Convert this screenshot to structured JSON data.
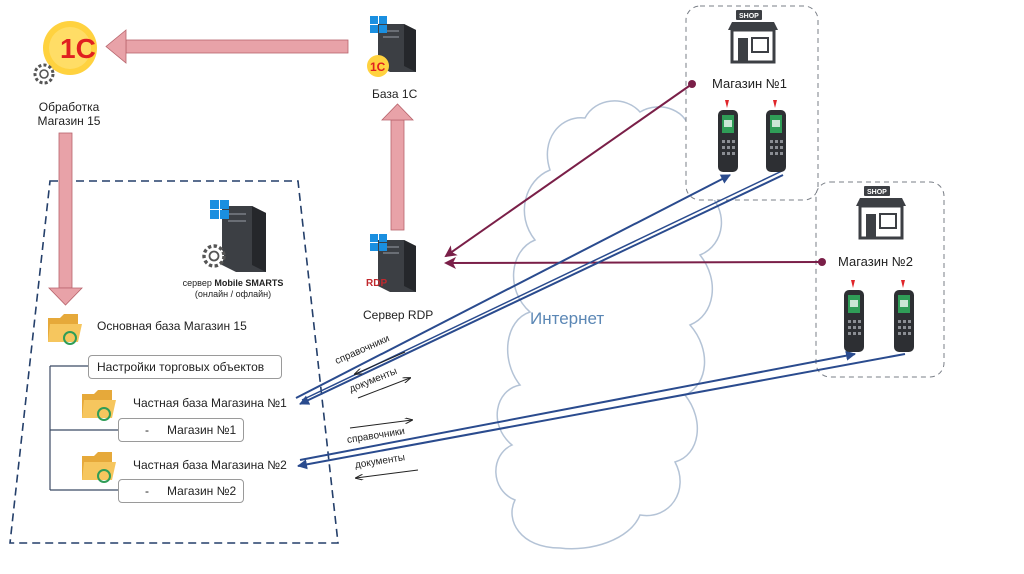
{
  "nodes": {
    "processing": {
      "line1": "Обработка",
      "line2": "Магазин 15"
    },
    "base_1c": "База 1С",
    "server_rdp": "Сервер RDP",
    "rdp_badge": "RDP",
    "shop_sign": "SHOP",
    "mobile_server": {
      "line1_prefix": "сервер",
      "line1_bold": "Mobile SMARTS",
      "line2": "(онлайн / офлайн)"
    },
    "main_base": "Основная база Магазин 15",
    "settings": "Настройки торговых объектов",
    "private_base_1": "Частная база Магазина №1",
    "store_item_1": "Магазин №1",
    "private_base_2": "Частная база Магазина №2",
    "store_item_2": "Магазин №2",
    "shop1": "Магазин №1",
    "shop2": "Магазин №2",
    "internet": "Интернет",
    "dash": "-"
  },
  "flows": {
    "refs_1": "справочники",
    "docs_1": "документы",
    "refs_2": "справочники",
    "docs_2": "документы"
  },
  "colors": {
    "pink_arrow": "#e8a2a8",
    "pink_arrow_edge": "#b8646c",
    "blue_arrow": "#2a4b8e",
    "maroon_arrow": "#7a1f48",
    "logo_1c": "#e02020",
    "logo_1c_bg": "#ffd23f",
    "windows": "#1a8fe0",
    "server": "#3c3f44",
    "folder": "#f2b84b",
    "terminal_screen": "#2f9d57"
  },
  "icons": [
    "logo-1c-icon",
    "server-icon",
    "windows-icon",
    "gear-icon",
    "shop-icon",
    "terminal-icon",
    "folder-icon",
    "cloud-icon"
  ]
}
